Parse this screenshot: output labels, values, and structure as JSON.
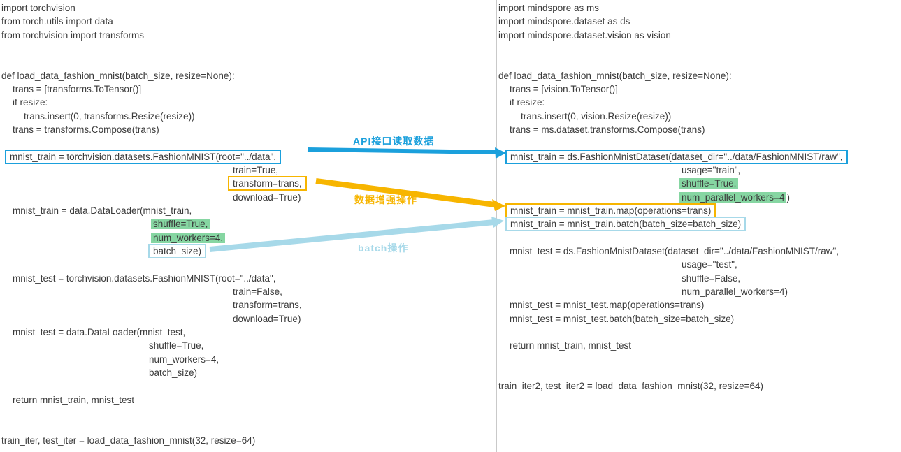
{
  "colors": {
    "blue": "#1ba0dc",
    "orange": "#f7b500",
    "lightblue": "#a7d9e9",
    "green": "#86d6a2",
    "text": "#3a3a3a",
    "divider": "#c9c9c9"
  },
  "annotations": {
    "api": "API接口读取数据",
    "augment": "数据增强操作",
    "batch": "batch操作"
  },
  "left": {
    "name": "pytorch-code",
    "lines": [
      {
        "t": "import torchvision"
      },
      {
        "t": "from torch.utils import data"
      },
      {
        "t": "from torchvision import transforms"
      },
      {},
      {},
      {
        "t": "def load_data_fashion_mnist(batch_size, resize=None):"
      },
      {
        "i": 16,
        "t": "trans = [transforms.ToTensor()]"
      },
      {
        "i": 16,
        "t": "if resize:"
      },
      {
        "i": 32,
        "t": "trans.insert(0, transforms.Resize(resize))"
      },
      {
        "i": 16,
        "t": "trans = transforms.Compose(trans)"
      },
      {},
      {
        "i": 5,
        "seg": [
          {
            "t": "mnist_train = torchvision.datasets.FashionMNIST(root=\"../data\",",
            "m": "box-blue"
          }
        ]
      },
      {
        "i": 331,
        "t": "train=True,"
      },
      {
        "i": 324,
        "seg": [
          {
            "t": "transform=trans,",
            "m": "box-orange"
          }
        ]
      },
      {
        "i": 331,
        "t": "download=True)"
      },
      {
        "i": 16,
        "t": "mnist_train = data.DataLoader(mnist_train,"
      },
      {
        "i": 214,
        "seg": [
          {
            "t": "shuffle=True,",
            "m": "green"
          }
        ]
      },
      {
        "i": 214,
        "seg": [
          {
            "t": "num_workers=4,",
            "m": "green"
          }
        ]
      },
      {
        "i": 210,
        "seg": [
          {
            "t": "batch_size)",
            "m": "box-lb"
          }
        ]
      },
      {},
      {
        "i": 16,
        "t": "mnist_test = torchvision.datasets.FashionMNIST(root=\"../data\","
      },
      {
        "i": 331,
        "t": "train=False,"
      },
      {
        "i": 331,
        "t": "transform=trans,"
      },
      {
        "i": 331,
        "t": "download=True)"
      },
      {
        "i": 16,
        "t": "mnist_test = data.DataLoader(mnist_test,"
      },
      {
        "i": 211,
        "t": "shuffle=True,"
      },
      {
        "i": 211,
        "t": "num_workers=4,"
      },
      {
        "i": 211,
        "t": "batch_size)"
      },
      {},
      {
        "i": 16,
        "t": "return mnist_train, mnist_test"
      },
      {},
      {},
      {
        "t": "train_iter, test_iter = load_data_fashion_mnist(32, resize=64)"
      }
    ]
  },
  "right": {
    "name": "mindspore-code",
    "lines": [
      {
        "t": "import mindspore as ms"
      },
      {
        "t": "import mindspore.dataset as ds"
      },
      {
        "t": "import mindspore.dataset.vision as vision"
      },
      {},
      {},
      {
        "t": "def load_data_fashion_mnist(batch_size, resize=None):"
      },
      {
        "i": 16,
        "t": "trans = [vision.ToTensor()]"
      },
      {
        "i": 16,
        "t": "if resize:"
      },
      {
        "i": 32,
        "t": "trans.insert(0, vision.Resize(resize))"
      },
      {
        "i": 16,
        "t": "trans = ms.dataset.transforms.Compose(trans)"
      },
      {},
      {
        "i": 10,
        "seg": [
          {
            "t": "mnist_train = ds.FashionMnistDataset(dataset_dir=\"../data/FashionMNIST/raw\",",
            "m": "box-blue"
          }
        ]
      },
      {
        "i": 262,
        "t": "usage=\"train\","
      },
      {
        "i": 259,
        "seg": [
          {
            "t": "shuffle=True,",
            "m": "green"
          }
        ]
      },
      {
        "i": 259,
        "seg": [
          {
            "t": "num_parallel_workers=4",
            "m": "green"
          },
          {
            "t": ")"
          }
        ]
      },
      {
        "i": 10,
        "seg": [
          {
            "t": "mnist_train = mnist_train.map(operations=trans)",
            "m": "box-orange"
          }
        ]
      },
      {
        "i": 10,
        "seg": [
          {
            "t": "mnist_train = mnist_train.batch(batch_size=batch_size)",
            "m": "box-lb"
          }
        ]
      },
      {},
      {
        "i": 16,
        "t": "mnist_test = ds.FashionMnistDataset(dataset_dir=\"../data/FashionMNIST/raw\","
      },
      {
        "i": 262,
        "t": "usage=\"test\","
      },
      {
        "i": 262,
        "t": "shuffle=False,"
      },
      {
        "i": 262,
        "t": "num_parallel_workers=4)"
      },
      {
        "i": 16,
        "t": "mnist_test = mnist_test.map(operations=trans)"
      },
      {
        "i": 16,
        "t": "mnist_test = mnist_test.batch(batch_size=batch_size)"
      },
      {},
      {
        "i": 16,
        "t": "return mnist_train, mnist_test"
      },
      {},
      {},
      {
        "t": "train_iter2, test_iter2 = load_data_fashion_mnist(32, resize=64)"
      }
    ]
  }
}
